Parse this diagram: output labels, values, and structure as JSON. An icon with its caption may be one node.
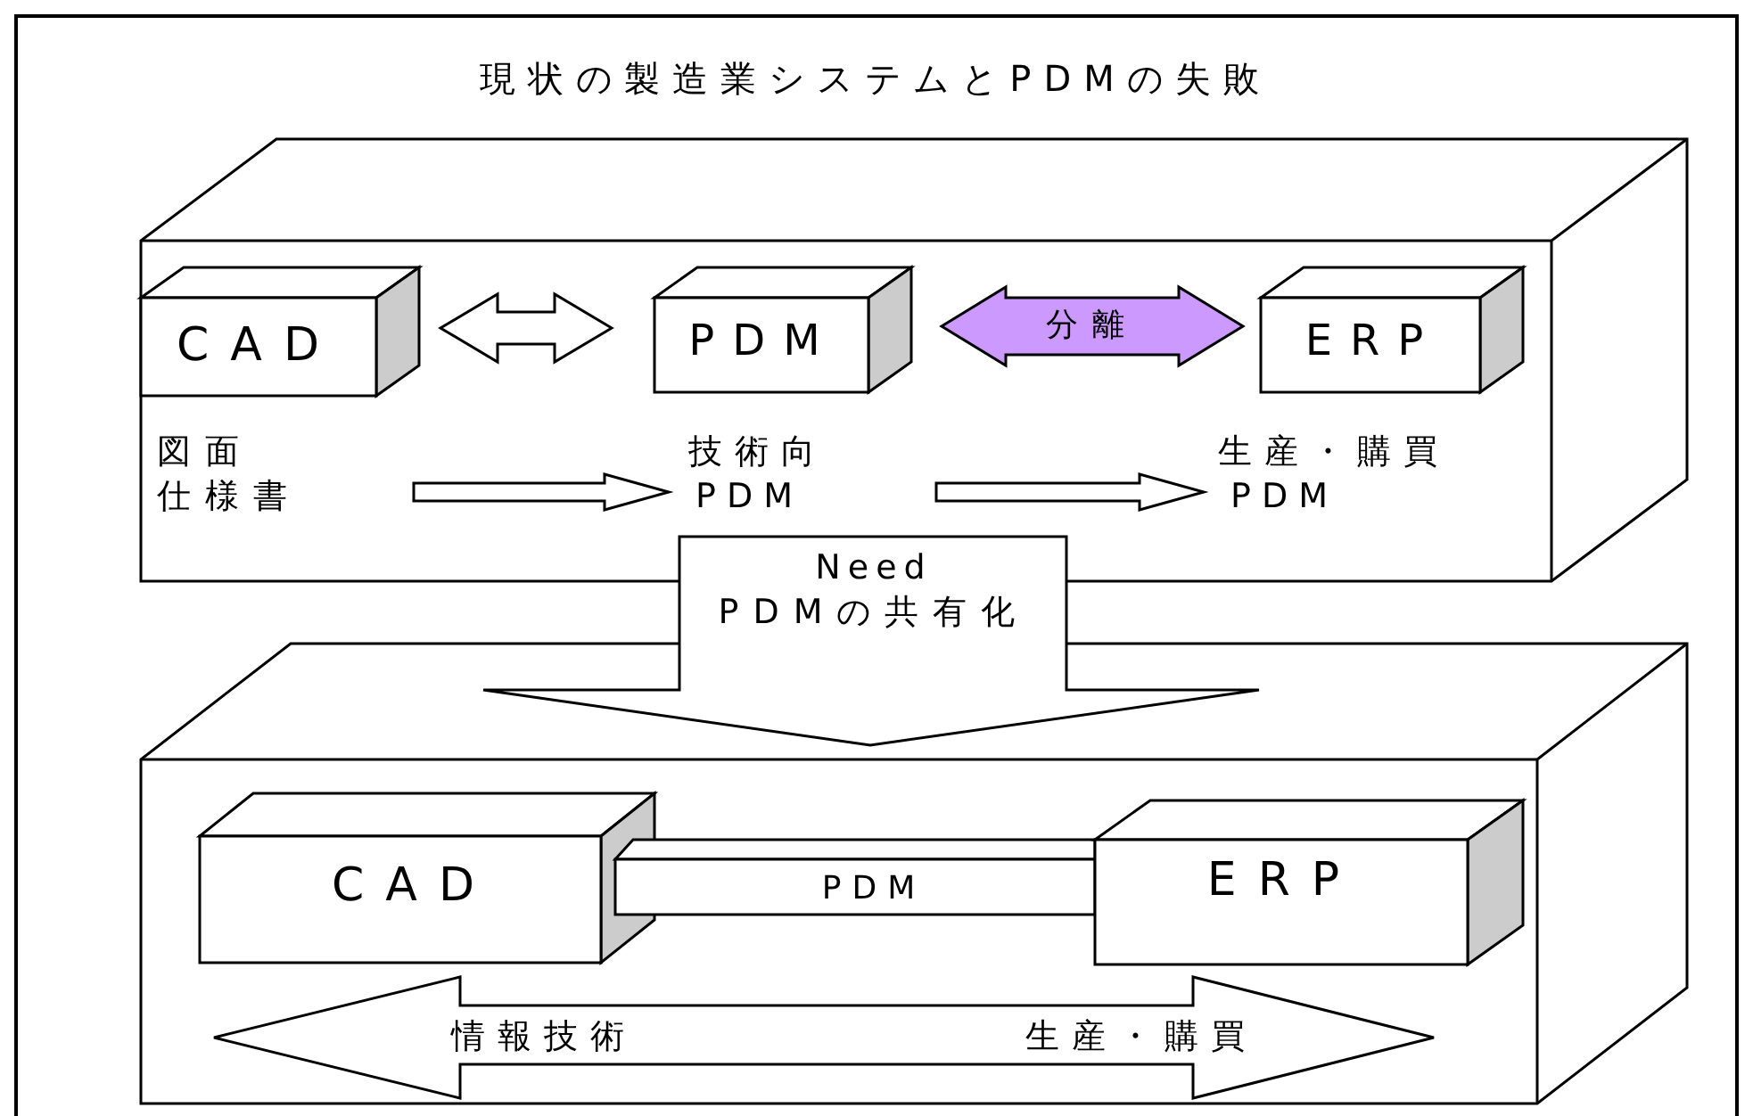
{
  "diagram": {
    "title": "現状の製造業システムとPDMの失敗",
    "nodes": [
      {
        "text": [],
        "shape": "box"
      },
      {
        "text": [
          "CAD"
        ],
        "in": 0
      },
      {
        "text": [
          "PDM"
        ],
        "in": 0
      },
      {
        "text": [
          "ERP"
        ],
        "in": 0
      },
      {
        "text": [
          "図面",
          "仕様書"
        ],
        "in": 0
      },
      {
        "text": [
          "技術向",
          "PDM"
        ],
        "in": 0
      },
      {
        "text": [
          "生産・購買",
          "PDM"
        ],
        "in": 0
      },
      {
        "text": [
          "Need",
          "PDMの共有化"
        ]
      },
      {
        "text": [],
        "shape": "box"
      },
      {
        "text": [
          "CAD"
        ],
        "in": 8
      },
      {
        "text": [
          "PDM"
        ],
        "in": 8
      },
      {
        "text": [
          "ERP"
        ],
        "in": 8
      },
      {
        "text": [
          "情報技術",
          "生産・購買"
        ],
        "in": 8
      }
    ],
    "edges": [
      {
        "from": 1,
        "to": 2,
        "arrow": "both"
      },
      {
        "from": 2,
        "to": 3,
        "arrow": "both",
        "label": "分離"
      },
      {
        "from": 4,
        "to": 5,
        "arrow": "to"
      },
      {
        "from": 5,
        "to": 6,
        "arrow": "to"
      }
    ]
  }
}
